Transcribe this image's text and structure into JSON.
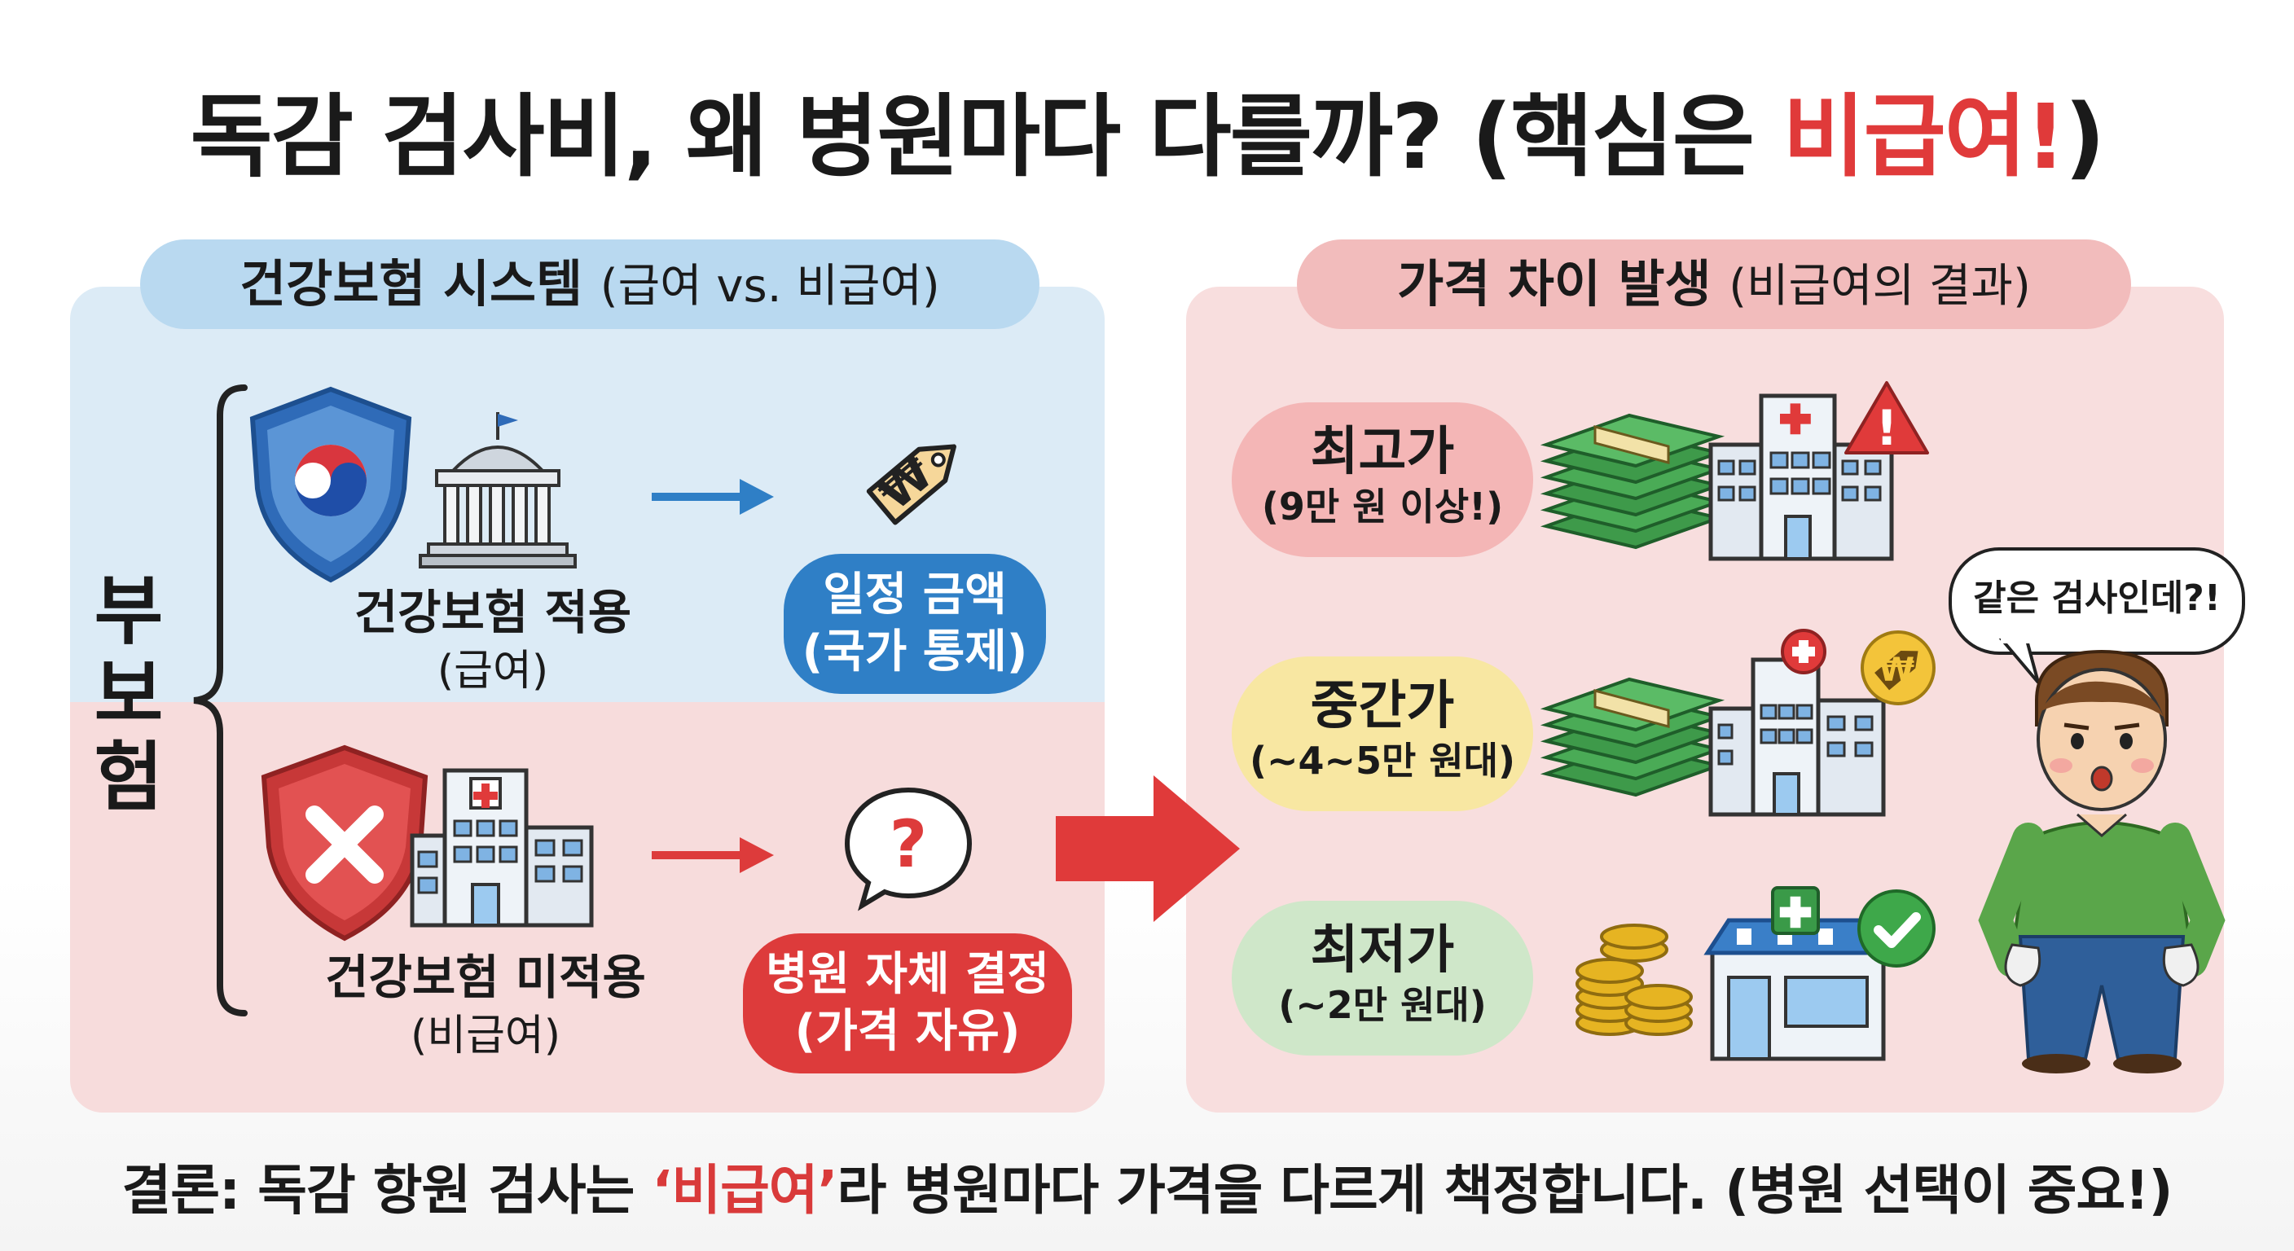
{
  "title": {
    "main": "독감 검사비, 왜 병원마다 다를까? (핵심은 ",
    "highlight": "비급여!",
    "tail": ")"
  },
  "left_section": {
    "header_main": "건강보험 시스템",
    "header_sub": "(급여 vs. 비급여)",
    "vertical_label": "부보험",
    "covered": {
      "label": "건강보험 적용",
      "sub": "(급여)",
      "result_line1": "일정 금액",
      "result_line2": "(국가 통제)"
    },
    "uncovered": {
      "label": "건강보험 미적용",
      "sub": "(비급여)",
      "result_line1": "병원 자체 결정",
      "result_line2": "(가격 자유)"
    }
  },
  "right_section": {
    "header_main": "가격 차이 발생",
    "header_sub": "(비급여의 결과)",
    "tiers": [
      {
        "name": "최고가",
        "detail": "(9만 원 이상!)"
      },
      {
        "name": "중간가",
        "detail": "(~4~5만 원대)"
      },
      {
        "name": "최저가",
        "detail": "(~2만 원대)"
      }
    ],
    "speech": "같은 검사인데?!"
  },
  "conclusion": {
    "pre": "결론: 독감 항원 검사는 ",
    "highlight": "‘비급여’",
    "post": "라 병원마다 가격을 다르게 책정합니다. (병원 선택이 중요!)"
  },
  "icons": {
    "won_symbol": "₩",
    "question_mark": "?",
    "exclaim": "!",
    "cross_symbol": "+"
  },
  "colors": {
    "accent_red": "#e03a3a",
    "accent_blue": "#2f7fc6",
    "money_green": "#3e9a4a",
    "coin_gold": "#e6b422"
  }
}
